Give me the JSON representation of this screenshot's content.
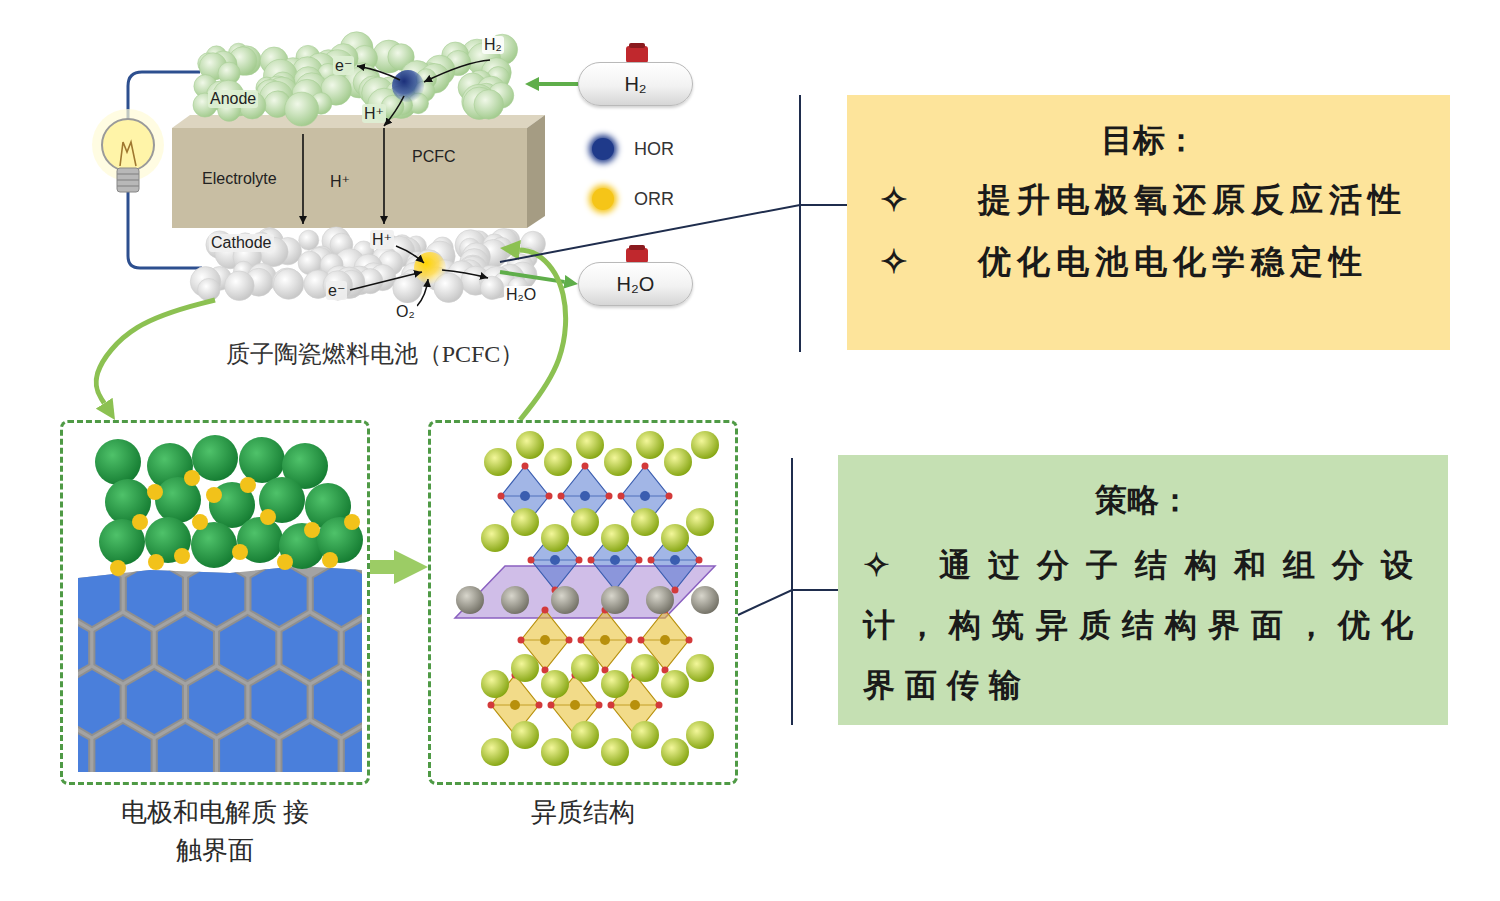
{
  "diagram": {
    "nodes": [
      {
        "text": [
          "Anode"
        ]
      },
      {
        "text": [
          "Electrolyte",
          "H⁺",
          "PCFC"
        ]
      },
      {
        "text": [
          "Cathode"
        ]
      },
      {
        "text": [
          "H₂"
        ]
      },
      {
        "text": [
          "H₂O"
        ]
      },
      {
        "text": [
          "目标：",
          "✧ 提升电极氧还原反应活性",
          "✧ 优化电池电化学稳定性"
        ]
      },
      {
        "text": [
          "策略：",
          "✧ 通过分子结构和组分设计，构筑异质结构界面，优化界面传输"
        ]
      },
      {
        "text": [
          "电极和电解质 接触界面"
        ]
      },
      {
        "text": [
          "异质结构"
        ]
      }
    ],
    "edges": [
      {
        "from": 3,
        "to": 0,
        "arrow": "to"
      },
      {
        "from": 2,
        "to": 4,
        "arrow": "to"
      },
      {
        "from": 2,
        "to": 7,
        "arrow": "to"
      },
      {
        "from": 8,
        "to": 2,
        "arrow": "to"
      },
      {
        "from": 7,
        "to": 8,
        "arrow": "to"
      },
      {
        "from": 5,
        "to": 2,
        "arrow": "none"
      },
      {
        "from": 6,
        "to": 8,
        "arrow": "none"
      }
    ],
    "labels": [
      "e⁻",
      "H₂",
      "H⁺",
      "H⁺",
      "e⁻",
      "H₂O",
      "O₂",
      "质子陶瓷燃料电池（PCFC）"
    ],
    "legend": [
      {
        "text": "HOR",
        "color": "#1f3a8a"
      },
      {
        "text": "ORR",
        "color": "#f5c518"
      }
    ]
  }
}
